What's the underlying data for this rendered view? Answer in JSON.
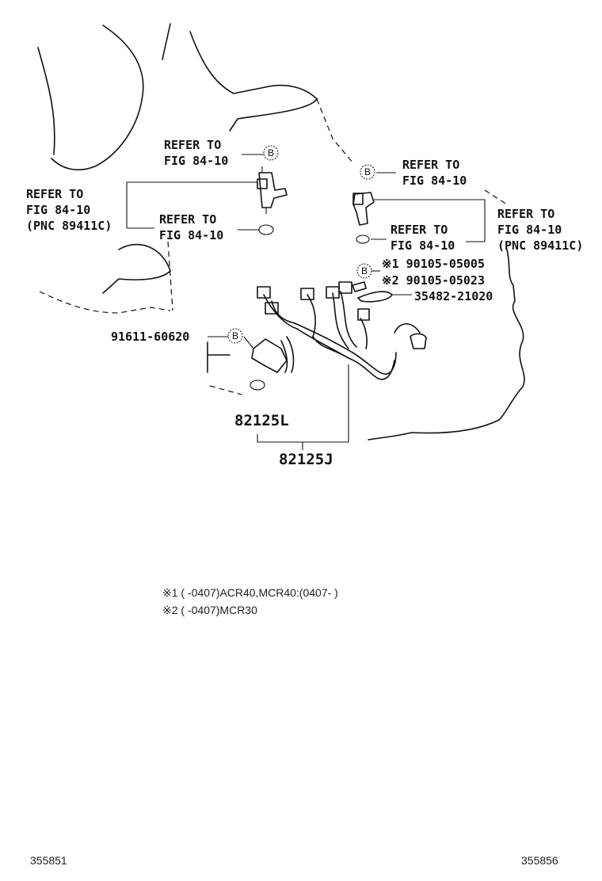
{
  "callouts": {
    "refer_to": "REFER TO",
    "fig_84_10": "FIG 84-10",
    "pnc_89411c": "(PNC 89411C)",
    "b_marker": "B"
  },
  "parts": {
    "bolt_1": "※1 90105-05005",
    "bolt_2": "※2 90105-05023",
    "clamp": "35482-21020",
    "bolt_left": "91611-60620",
    "o_ring": "82125L",
    "harness": "82125J"
  },
  "notes": [
    "※1 (   -0407)ACR40,MCR40:(0407-   )",
    "※2 (   -0407)MCR30"
  ],
  "footer": {
    "left_code": "355851",
    "right_code": "355856"
  }
}
